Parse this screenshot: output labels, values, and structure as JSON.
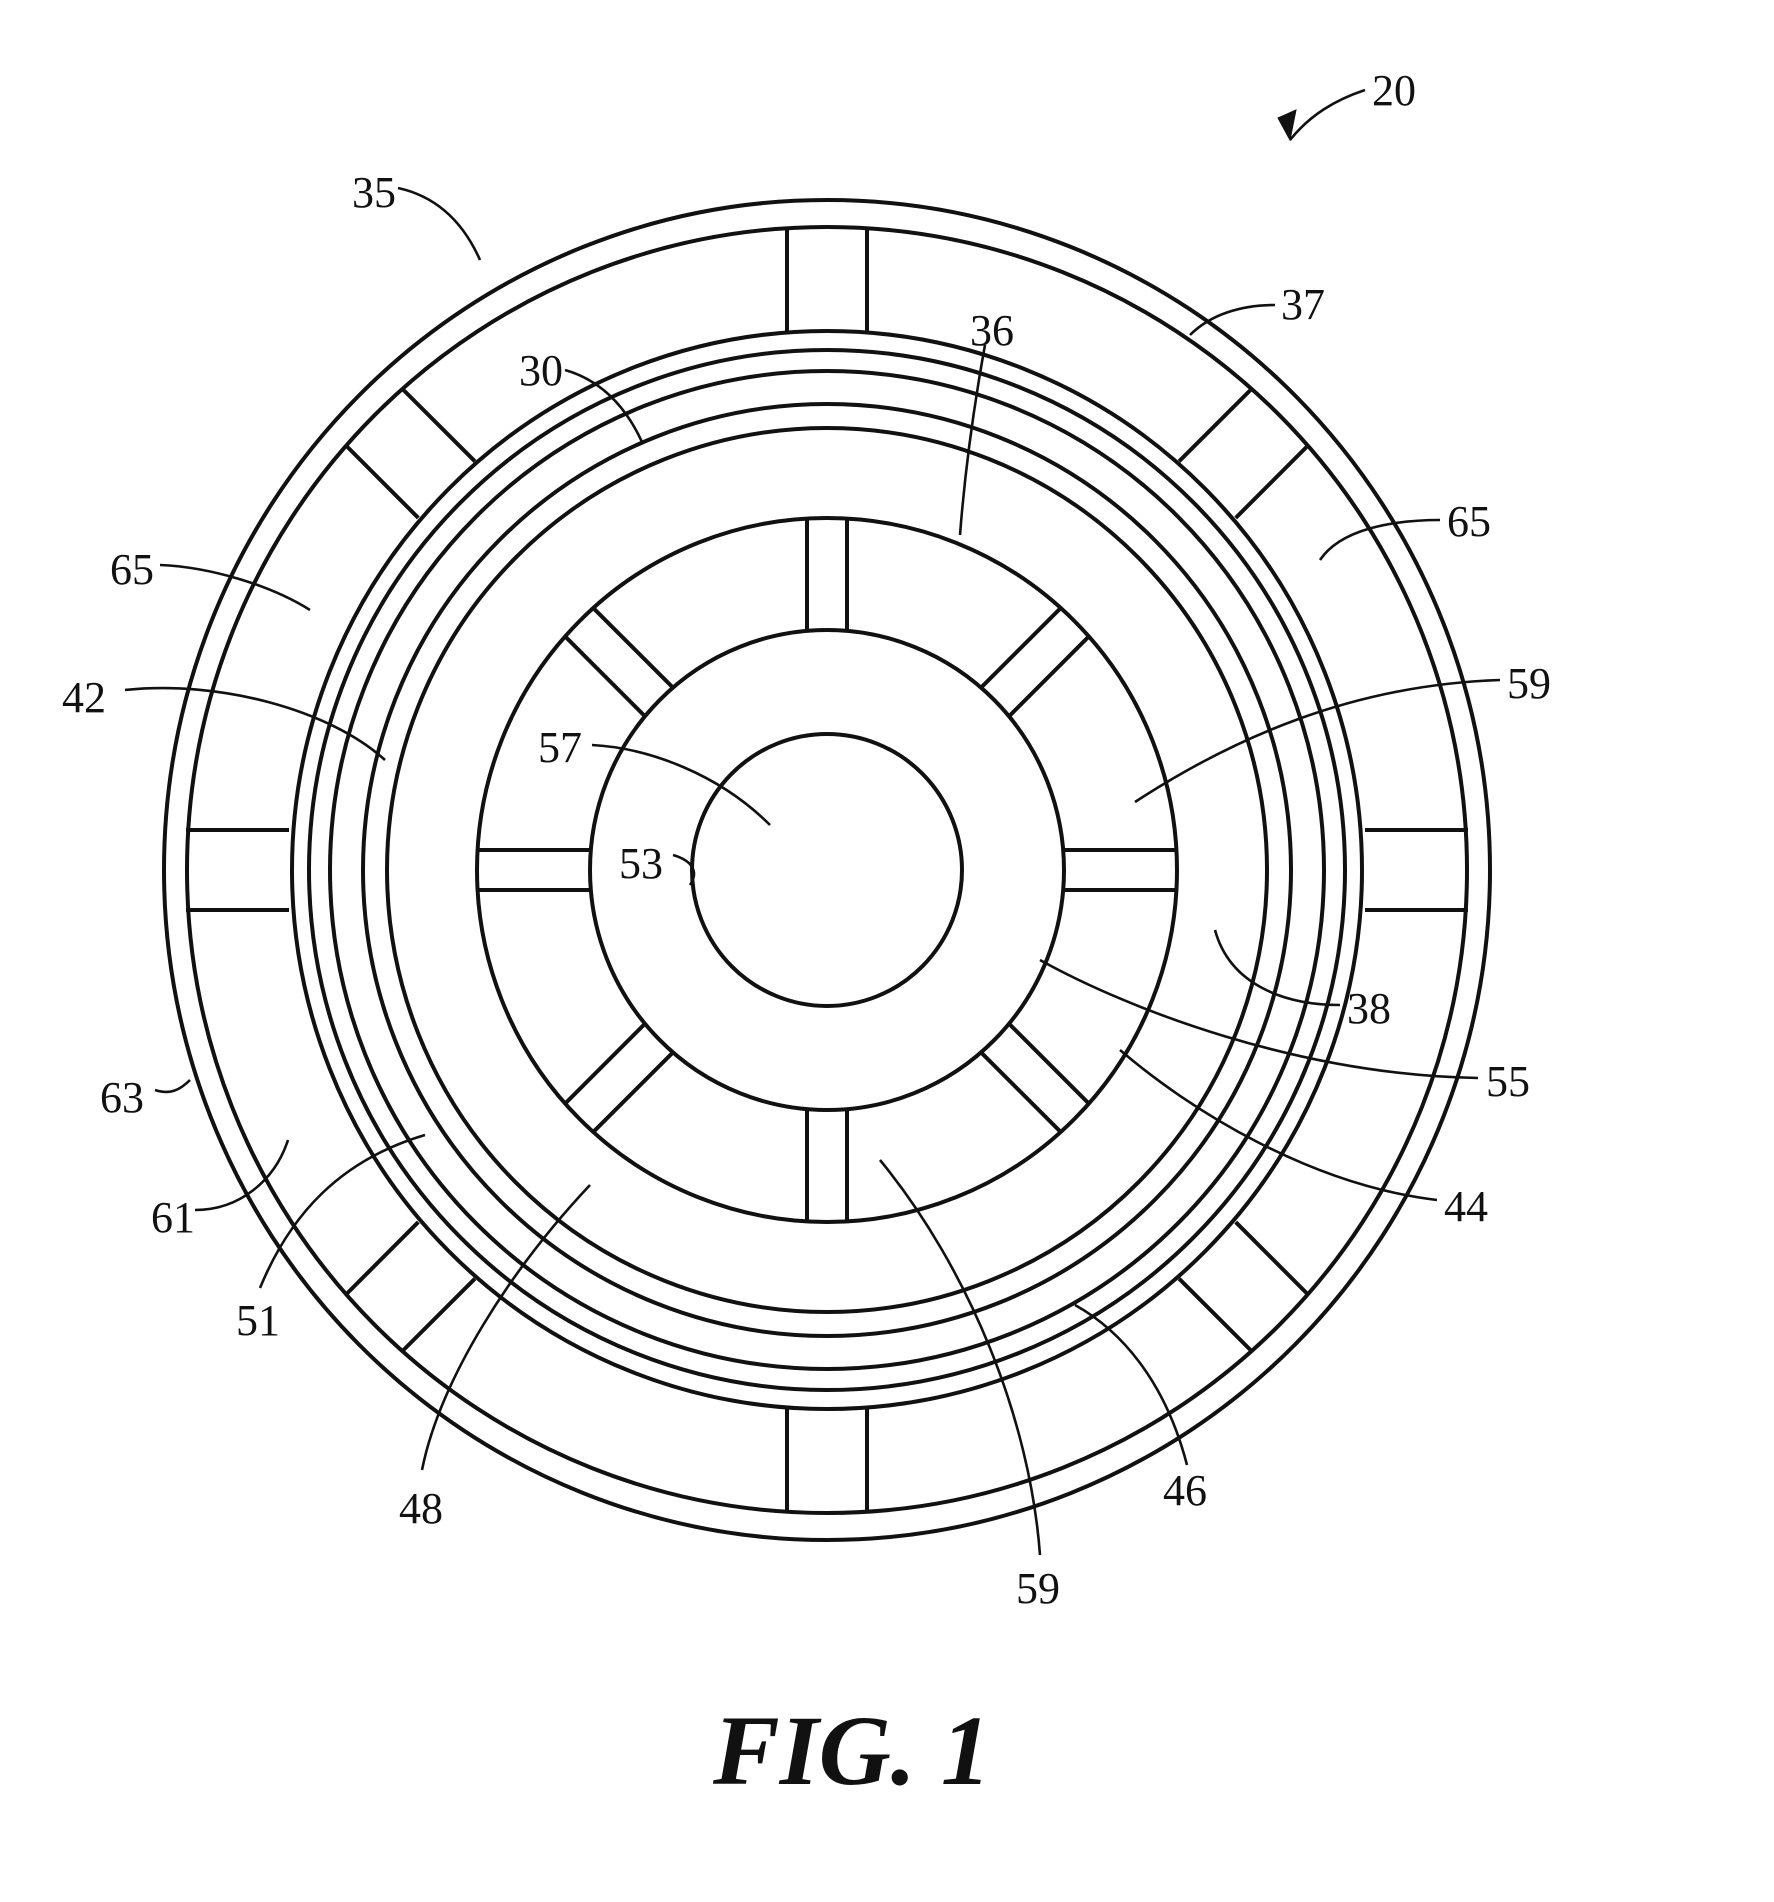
{
  "figure": {
    "caption": "FIG. 1",
    "reference_numerals": [
      {
        "id": "r20",
        "text": "20"
      },
      {
        "id": "r35",
        "text": "35"
      },
      {
        "id": "r37",
        "text": "37"
      },
      {
        "id": "r36",
        "text": "36"
      },
      {
        "id": "r30",
        "text": "30"
      },
      {
        "id": "r65a",
        "text": "65"
      },
      {
        "id": "r65b",
        "text": "65"
      },
      {
        "id": "r42",
        "text": "42"
      },
      {
        "id": "r59a",
        "text": "59"
      },
      {
        "id": "r57",
        "text": "57"
      },
      {
        "id": "r53",
        "text": "53"
      },
      {
        "id": "r38",
        "text": "38"
      },
      {
        "id": "r55",
        "text": "55"
      },
      {
        "id": "r63",
        "text": "63"
      },
      {
        "id": "r44",
        "text": "44"
      },
      {
        "id": "r61",
        "text": "61"
      },
      {
        "id": "r51",
        "text": "51"
      },
      {
        "id": "r48",
        "text": "48"
      },
      {
        "id": "r46",
        "text": "46"
      },
      {
        "id": "r59b",
        "text": "59"
      }
    ]
  }
}
